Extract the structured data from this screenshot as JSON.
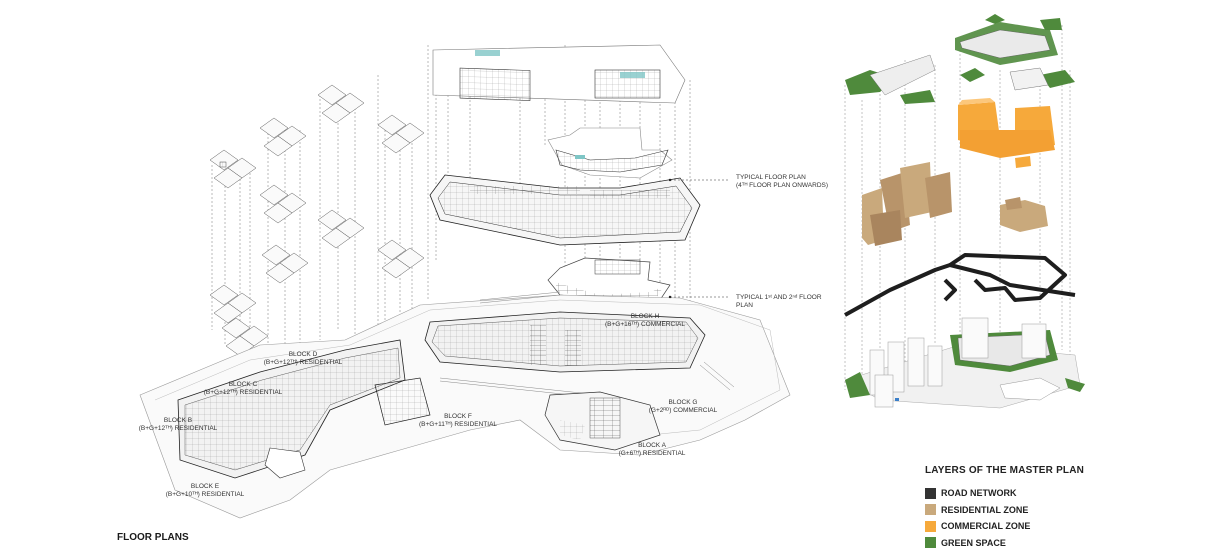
{
  "labels": {
    "block_d": [
      "BLOCK D",
      "(B+G+12ᵀᴴ) RESIDENTIAL"
    ],
    "block_c": [
      "BLOCK C",
      "(B+G+12ᵀᴴ) RESIDENTIAL"
    ],
    "block_b": [
      "BLOCK B",
      "(B+G+12ᵀᴴ) RESIDENTIAL"
    ],
    "block_e": [
      "BLOCK E",
      "(B+G+10ᵀᴴ) RESIDENTIAL"
    ],
    "block_f": [
      "BLOCK F",
      "(B+G+11ᵀᴴ) RESIDENTIAL"
    ],
    "block_h": [
      "BLOCK H",
      "(B+G+16ᵀᴴ) COMMERCIAL"
    ],
    "block_g": [
      "BLOCK G",
      "(G+2ᴿᴰ) COMMERCIAL"
    ],
    "block_a": [
      "BLOCK A",
      "(G+6ᵀᴴ) RESIDENTIAL"
    ],
    "typical_floor": [
      "TYPICAL FLOOR PLAN",
      "(4ᵀᴴ FLOOR PLAN ONWARDS)"
    ],
    "typical_1_2": [
      "TYPICAL 1ˢᵗ AND 2ⁿᵈ FLOOR",
      "PLAN"
    ]
  },
  "floor_plans_title": "FLOOR PLANS",
  "legend": {
    "title": "LAYERS OF THE MASTER PLAN",
    "items": [
      {
        "label": "ROAD NETWORK",
        "color": "#333333"
      },
      {
        "label": "RESIDENTIAL ZONE",
        "color": "#c9a97c"
      },
      {
        "label": "COMMERCIAL ZONE",
        "color": "#f6a93b"
      },
      {
        "label": "GREEN SPACE",
        "color": "#4f8a3c"
      }
    ]
  }
}
